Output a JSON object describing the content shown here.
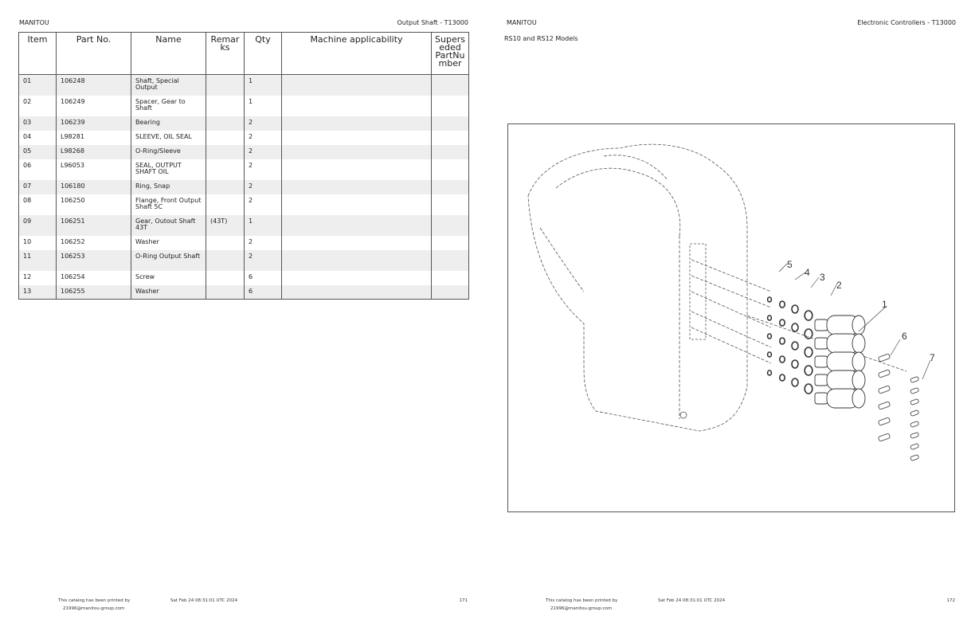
{
  "left_page": {
    "brand": "MANITOU",
    "title": "Output Shaft - T13000",
    "table": {
      "headers": [
        "Item",
        "Part No.",
        "Name",
        "Remar ks",
        "Qty",
        "Machine applicability",
        "Supers eded PartNu mber"
      ],
      "rows": [
        [
          "01",
          "106248",
          "Shaft, Special Output",
          "",
          "1",
          "",
          ""
        ],
        [
          "02",
          "106249",
          "Spacer, Gear to Shaft",
          "",
          "1",
          "",
          ""
        ],
        [
          "03",
          "106239",
          "Bearing",
          "",
          "2",
          "",
          ""
        ],
        [
          "04",
          "L98281",
          "SLEEVE, OIL SEAL",
          "",
          "2",
          "",
          ""
        ],
        [
          "05",
          "L98268",
          "O-Ring/Sleeve",
          "",
          "2",
          "",
          ""
        ],
        [
          "06",
          "L96053",
          "SEAL, OUTPUT SHAFT OIL",
          "",
          "2",
          "",
          ""
        ],
        [
          "07",
          "106180",
          "Ring, Snap",
          "",
          "2",
          "",
          ""
        ],
        [
          "08",
          "106250",
          "Flange, Front Output Shaft 5C",
          "",
          "2",
          "",
          ""
        ],
        [
          "09",
          "106251",
          "Gear, Outout Shaft 43T",
          "(43T)",
          "1",
          "",
          ""
        ],
        [
          "10",
          "106252",
          "Washer",
          "",
          "2",
          "",
          ""
        ],
        [
          "11",
          "106253",
          "O-Ring Output Shaft",
          "",
          "2",
          "",
          ""
        ],
        [
          "12",
          "106254",
          "Screw",
          "",
          "6",
          "",
          ""
        ],
        [
          "13",
          "106255",
          "Washer",
          "",
          "6",
          "",
          ""
        ]
      ]
    },
    "footer": {
      "printed_by": "This catalog has been printed by",
      "email": "21996@manitou-group.com",
      "date": "Sat Feb 24 08:31:01 UTC 2024",
      "page": "171"
    }
  },
  "right_page": {
    "brand": "MANITOU",
    "title": "Electronic Controllers - T13000",
    "subtitle": "RS10 and RS12 Models",
    "callouts": [
      "1",
      "2",
      "3",
      "4",
      "5",
      "6",
      "7"
    ],
    "footer": {
      "printed_by": "This catalog has been printed by",
      "email": "21996@manitou-group.com",
      "date": "Sat Feb 24 08:31:01 UTC 2024",
      "page": "172"
    }
  }
}
